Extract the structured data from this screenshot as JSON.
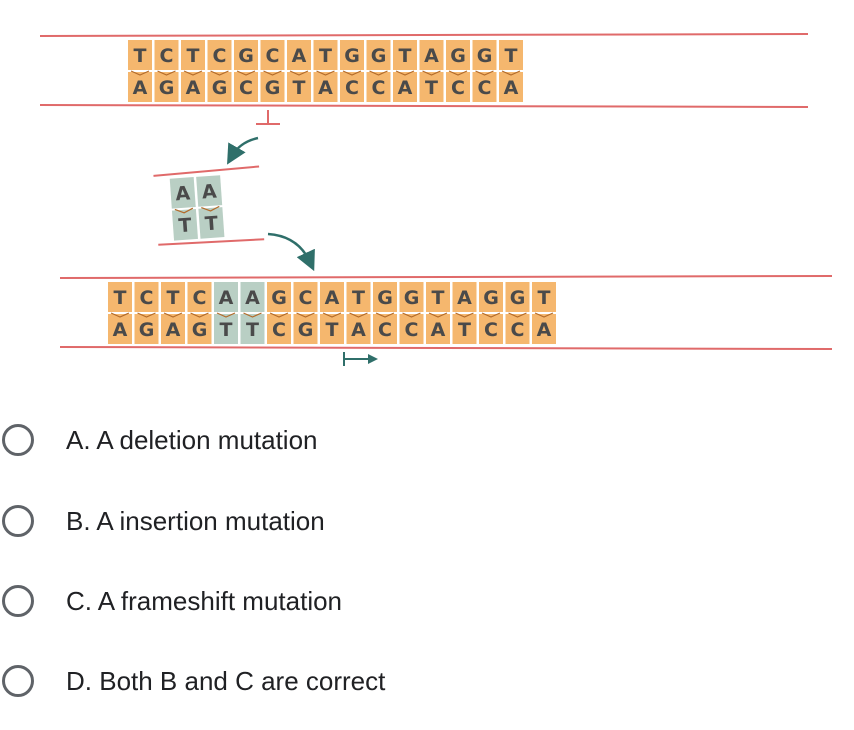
{
  "diagram": {
    "original": {
      "top": [
        "T",
        "C",
        "T",
        "C",
        "G",
        "C",
        "A",
        "T",
        "G",
        "G",
        "T",
        "A",
        "G",
        "G",
        "T"
      ],
      "bottom": [
        "A",
        "G",
        "A",
        "G",
        "C",
        "G",
        "T",
        "A",
        "C",
        "C",
        "A",
        "T",
        "C",
        "C",
        "A"
      ]
    },
    "inserted_fragment": {
      "top": [
        "A",
        "A"
      ],
      "bottom": [
        "T",
        "T"
      ]
    },
    "mutated": {
      "top": [
        "T",
        "C",
        "T",
        "C",
        "A",
        "A",
        "G",
        "C",
        "A",
        "T",
        "G",
        "G",
        "T",
        "A",
        "G",
        "G",
        "T"
      ],
      "bottom": [
        "A",
        "G",
        "A",
        "G",
        "T",
        "T",
        "C",
        "G",
        "T",
        "A",
        "C",
        "C",
        "A",
        "T",
        "C",
        "C",
        "A"
      ],
      "inserted_positions": [
        4,
        5
      ]
    },
    "colors": {
      "base_fill": "#f5b76e",
      "inserted_fill": "#b9cfc4",
      "backbone": "#e06a6a",
      "letter": "#4a4a4a",
      "arrow": "#2f6f6a"
    }
  },
  "question": {
    "options": [
      {
        "label": "A. A deletion mutation"
      },
      {
        "label": "B. A insertion mutation"
      },
      {
        "label": "C. A frameshift mutation"
      },
      {
        "label": "D. Both B and C are correct"
      }
    ]
  }
}
